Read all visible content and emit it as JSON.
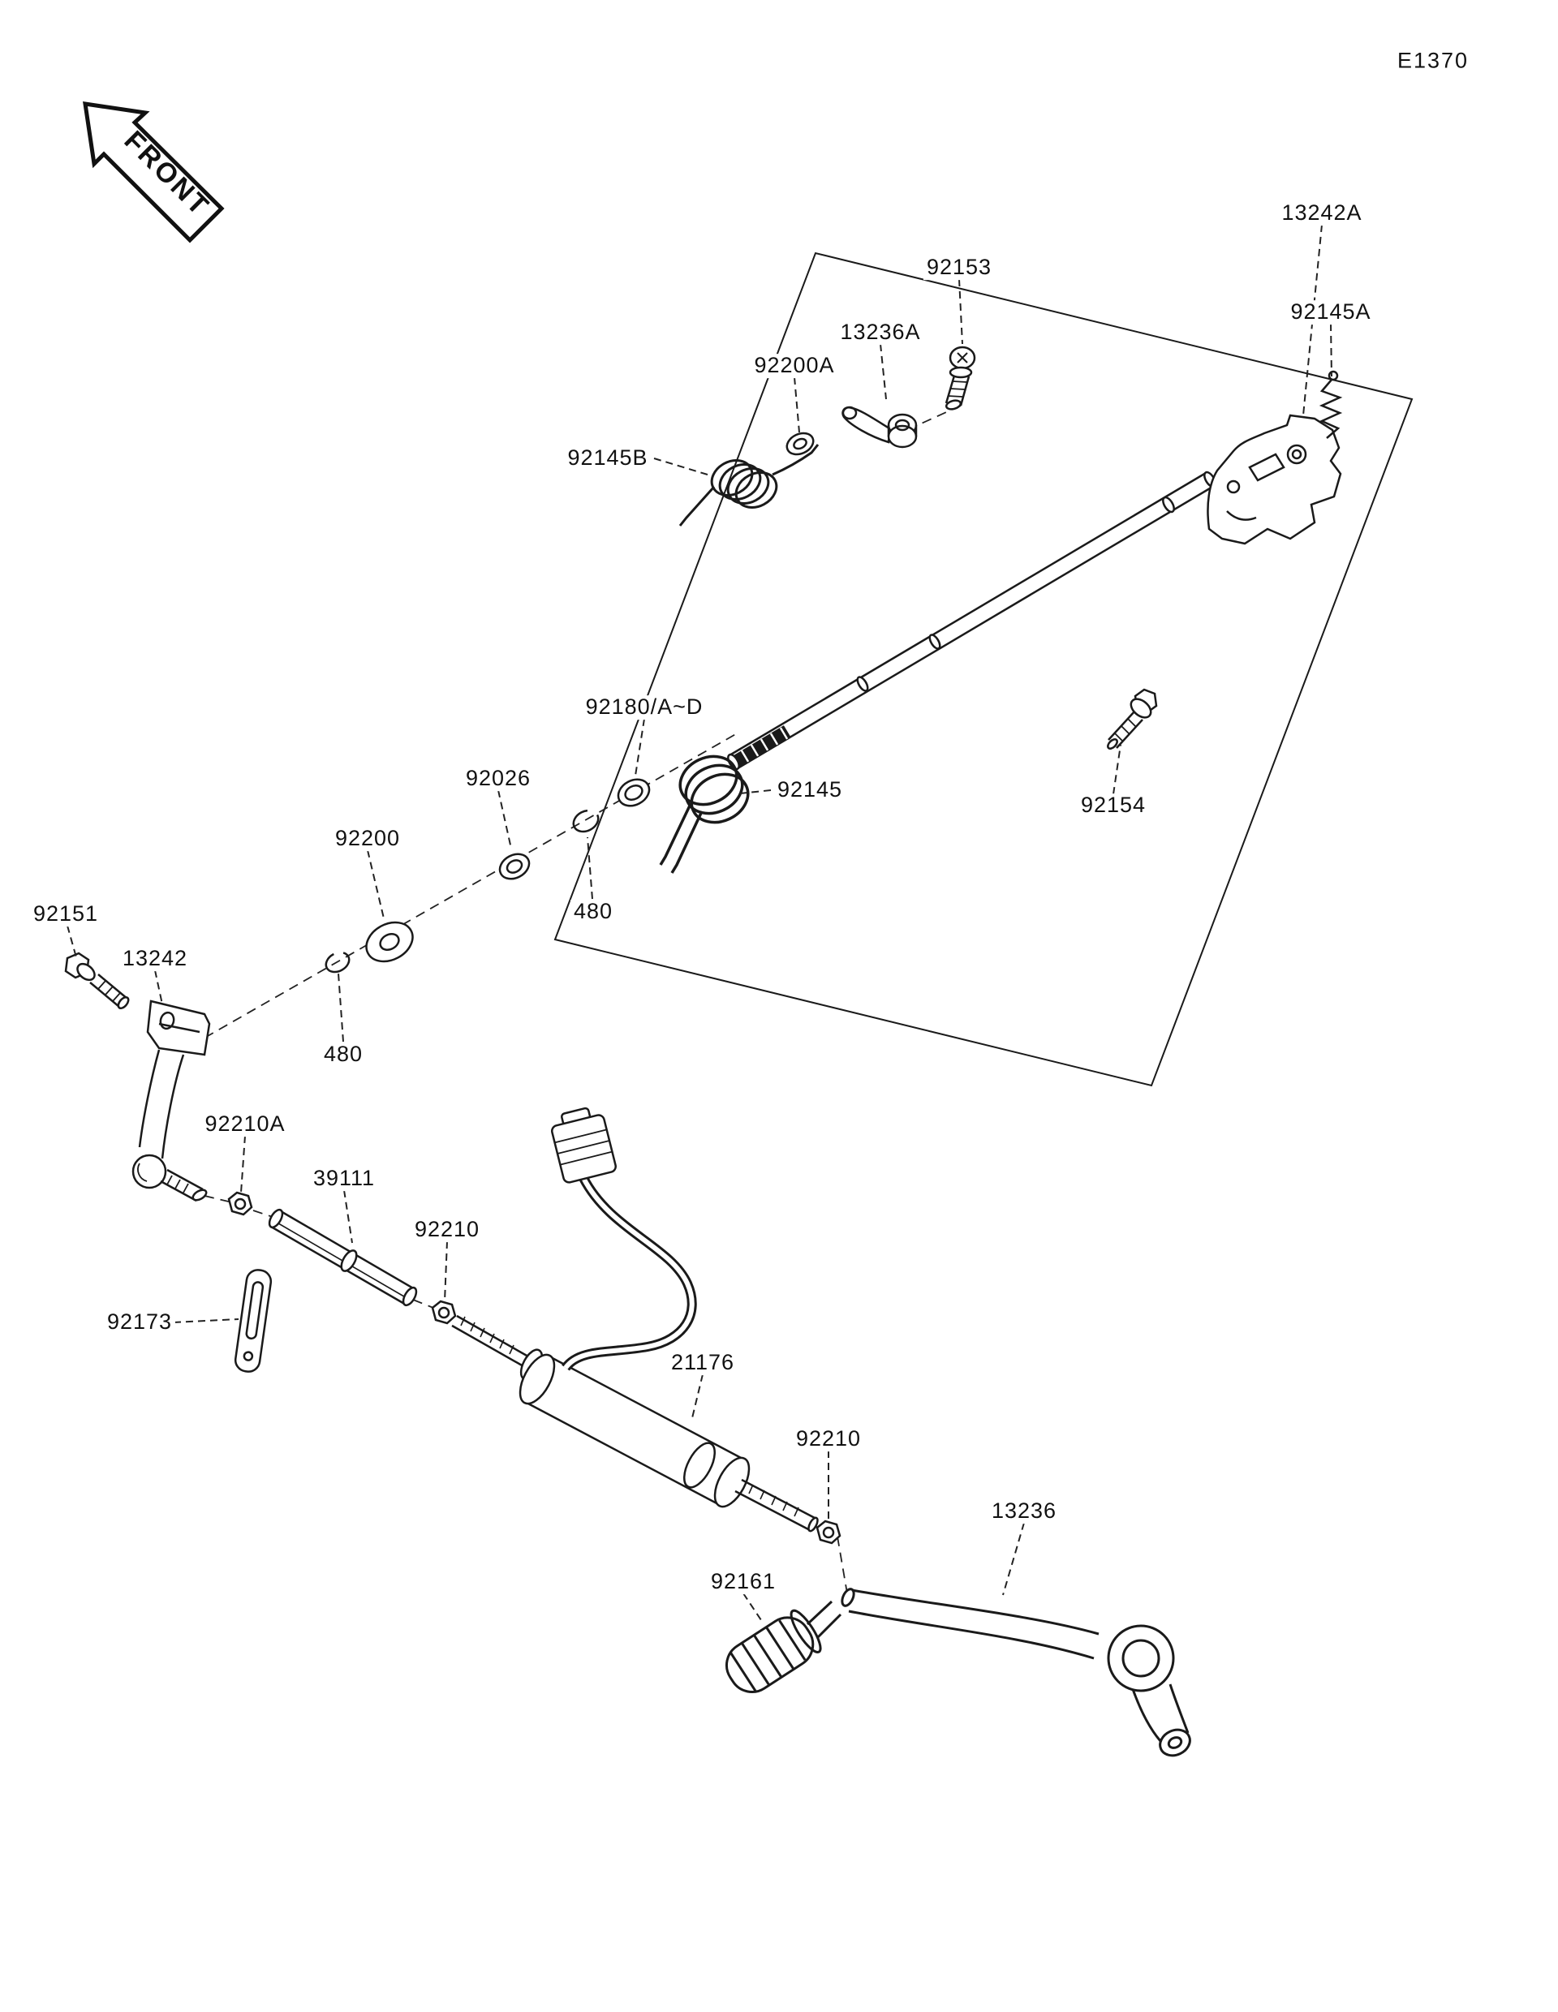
{
  "page": {
    "code": "E1370",
    "front_label": "FRONT"
  },
  "colors": {
    "line": "#1a1a1a",
    "background": "#ffffff"
  },
  "labels": [
    {
      "part": "13242A"
    },
    {
      "part": "92153"
    },
    {
      "part": "13236A"
    },
    {
      "part": "92200A"
    },
    {
      "part": "92145A"
    },
    {
      "part": "92145B"
    },
    {
      "part": "92180/A~D"
    },
    {
      "part": "92026"
    },
    {
      "part": "92145"
    },
    {
      "part": "92154"
    },
    {
      "part": "92200"
    },
    {
      "part": "480"
    },
    {
      "part": "92151"
    },
    {
      "part": "13242"
    },
    {
      "part": "480"
    },
    {
      "part": "92210A"
    },
    {
      "part": "39111"
    },
    {
      "part": "92210"
    },
    {
      "part": "92173"
    },
    {
      "part": "21176"
    },
    {
      "part": "92210"
    },
    {
      "part": "13236"
    },
    {
      "part": "92161"
    }
  ]
}
